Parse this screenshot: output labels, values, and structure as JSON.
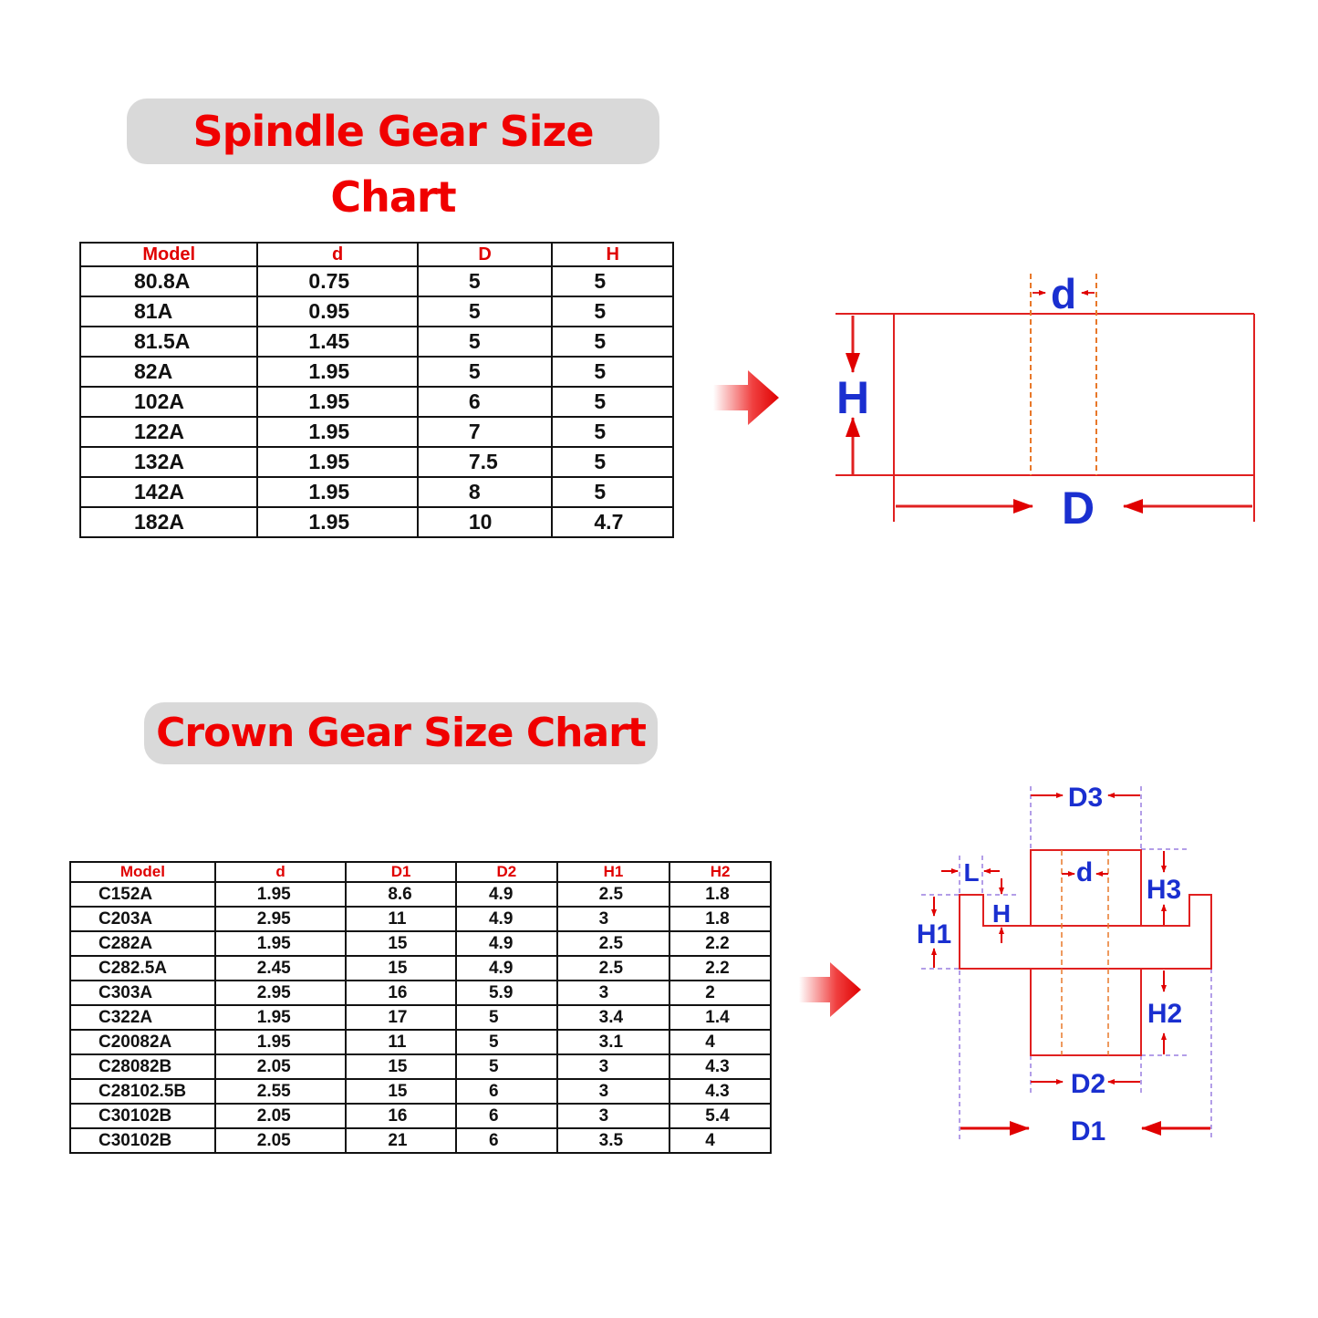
{
  "spindle": {
    "title": "Spindle Gear Size Chart",
    "headers": [
      "Model",
      "d",
      "D",
      "H"
    ],
    "rows": [
      [
        "80.8A",
        "0.75",
        "5",
        "5"
      ],
      [
        "81A",
        "0.95",
        "5",
        "5"
      ],
      [
        "81.5A",
        "1.45",
        "5",
        "5"
      ],
      [
        "82A",
        "1.95",
        "5",
        "5"
      ],
      [
        "102A",
        "1.95",
        "6",
        "5"
      ],
      [
        "122A",
        "1.95",
        "7",
        "5"
      ],
      [
        "132A",
        "1.95",
        "7.5",
        "5"
      ],
      [
        "142A",
        "1.95",
        "8",
        "5"
      ],
      [
        "182A",
        "1.95",
        "10",
        "4.7"
      ]
    ],
    "diagram_labels": {
      "d": "d",
      "H": "H",
      "D": "D"
    }
  },
  "crown": {
    "title": "Crown Gear Size Chart",
    "headers": [
      "Model",
      "d",
      "D1",
      "D2",
      "H1",
      "H2"
    ],
    "rows": [
      [
        "C152A",
        "1.95",
        "8.6",
        "4.9",
        "2.5",
        "1.8"
      ],
      [
        "C203A",
        "2.95",
        "11",
        "4.9",
        "3",
        "1.8"
      ],
      [
        "C282A",
        "1.95",
        "15",
        "4.9",
        "2.5",
        "2.2"
      ],
      [
        "C282.5A",
        "2.45",
        "15",
        "4.9",
        "2.5",
        "2.2"
      ],
      [
        "C303A",
        "2.95",
        "16",
        "5.9",
        "3",
        "2"
      ],
      [
        "C322A",
        "1.95",
        "17",
        "5",
        "3.4",
        "1.4"
      ],
      [
        "C20082A",
        "1.95",
        "11",
        "5",
        "3.1",
        "4"
      ],
      [
        "C28082B",
        "2.05",
        "15",
        "5",
        "3",
        "4.3"
      ],
      [
        "C28102.5B",
        "2.55",
        "15",
        "6",
        "3",
        "4.3"
      ],
      [
        "C30102B",
        "2.05",
        "16",
        "6",
        "3",
        "5.4"
      ],
      [
        "C30102B",
        "2.05",
        "21",
        "6",
        "3.5",
        "4"
      ]
    ],
    "diagram_labels": {
      "D3": "D3",
      "L": "L",
      "d": "d",
      "H": "H",
      "H1": "H1",
      "H3": "H3",
      "H2": "H2",
      "D2": "D2",
      "D1": "D1"
    }
  },
  "colors": {
    "title": "#f00000",
    "banner": "#d9d9d9",
    "outline": "#e02020",
    "label": "#1a2fd0",
    "bore": "#e8782a",
    "guide": "#9a7fe0"
  }
}
